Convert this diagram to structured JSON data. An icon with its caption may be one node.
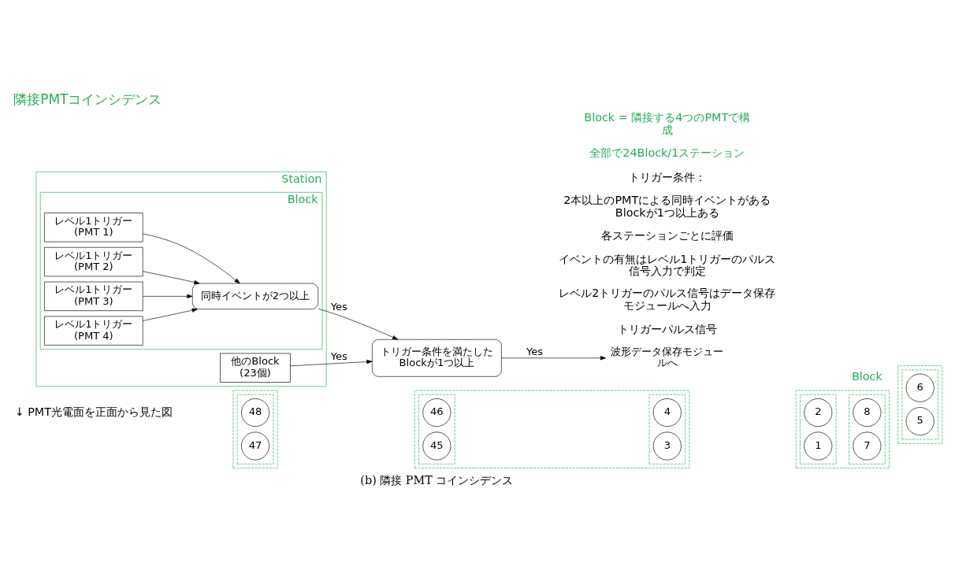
{
  "diagram": {
    "title": "隣接PMTコインシデンス",
    "caption": "(b) 隣接 PMT コインシデンス",
    "nodes": [
      {
        "text": [],
        "shape": "box"
      },
      {
        "text": [],
        "shape": "box",
        "in": 0
      },
      {
        "text": [
          "48"
        ],
        "in": 1
      },
      {
        "text": [
          "47"
        ],
        "in": 1
      },
      {
        "text": [],
        "shape": "box"
      },
      {
        "text": [],
        "shape": "box",
        "in": 4
      },
      {
        "text": [
          "46"
        ],
        "in": 5
      },
      {
        "text": [
          "45"
        ],
        "in": 5
      },
      {
        "text": [],
        "shape": "box",
        "in": 4
      },
      {
        "text": [
          "4"
        ],
        "in": 8
      },
      {
        "text": [
          "3"
        ],
        "in": 8
      },
      {
        "text": [],
        "shape": "box"
      },
      {
        "text": [],
        "shape": "box",
        "in": 11
      },
      {
        "text": [
          "2"
        ],
        "in": 12
      },
      {
        "text": [
          "1"
        ],
        "in": 12
      },
      {
        "text": [],
        "shape": "box",
        "in": 11
      },
      {
        "text": [
          "8"
        ],
        "in": 15
      },
      {
        "text": [
          "7"
        ],
        "in": 15
      },
      {
        "text": [],
        "shape": "box"
      },
      {
        "text": [],
        "shape": "box",
        "in": 18
      },
      {
        "text": [
          "6"
        ],
        "in": 19
      },
      {
        "text": [
          "5"
        ],
        "in": 19
      },
      {
        "text": [
          "Station"
        ]
      },
      {
        "text": [
          "Block"
        ],
        "in": 22
      },
      {
        "text": [
          "レベル1トリガー(PMT 1)"
        ],
        "in": 23
      },
      {
        "text": [
          "レベル1トリガー(PMT 2)"
        ],
        "in": 23
      },
      {
        "text": [
          "レベル1トリガー(PMT 3)"
        ],
        "in": 23
      },
      {
        "text": [
          "レベル1トリガー(PMT 4)"
        ],
        "in": 23
      },
      {
        "text": [
          "同時イベントが2つ以上"
        ],
        "in": 23
      },
      {
        "text": [
          "他のBlock (23個)"
        ],
        "in": 22
      },
      {
        "text": [
          "トリガー条件を満たしたBlockが1つ以上"
        ]
      },
      {
        "text": [
          "波形データ保存モジュールへ"
        ]
      }
    ],
    "edges": [
      {
        "from": 24,
        "to": 28,
        "arrow": "to"
      },
      {
        "from": 25,
        "to": 28,
        "arrow": "to"
      },
      {
        "from": 26,
        "to": 28,
        "arrow": "to"
      },
      {
        "from": 27,
        "to": 28,
        "arrow": "to"
      },
      {
        "from": 28,
        "to": 30,
        "arrow": "to",
        "label": "Yes"
      },
      {
        "from": 29,
        "to": 30,
        "arrow": "to",
        "label": "Yes"
      },
      {
        "from": 30,
        "to": 31,
        "arrow": "to",
        "label": "Yes"
      }
    ],
    "labels": [
      "Block",
      "↓ PMT光電面を正面から見た図",
      "Block = 隣接する4つのPMTで構成",
      "全部で24Block/1ステーション",
      "トリガー条件：",
      "2本以上のPMTによる同時イベントがあるBlockが1つ以上ある",
      "各ステーションごとに評価",
      "イベントの有無はレベル1トリガーのパルス信号入力で判定",
      "レベル2トリガーのパルス信号はデータ保存モジュールへ入力",
      "トリガーパルス信号"
    ]
  }
}
